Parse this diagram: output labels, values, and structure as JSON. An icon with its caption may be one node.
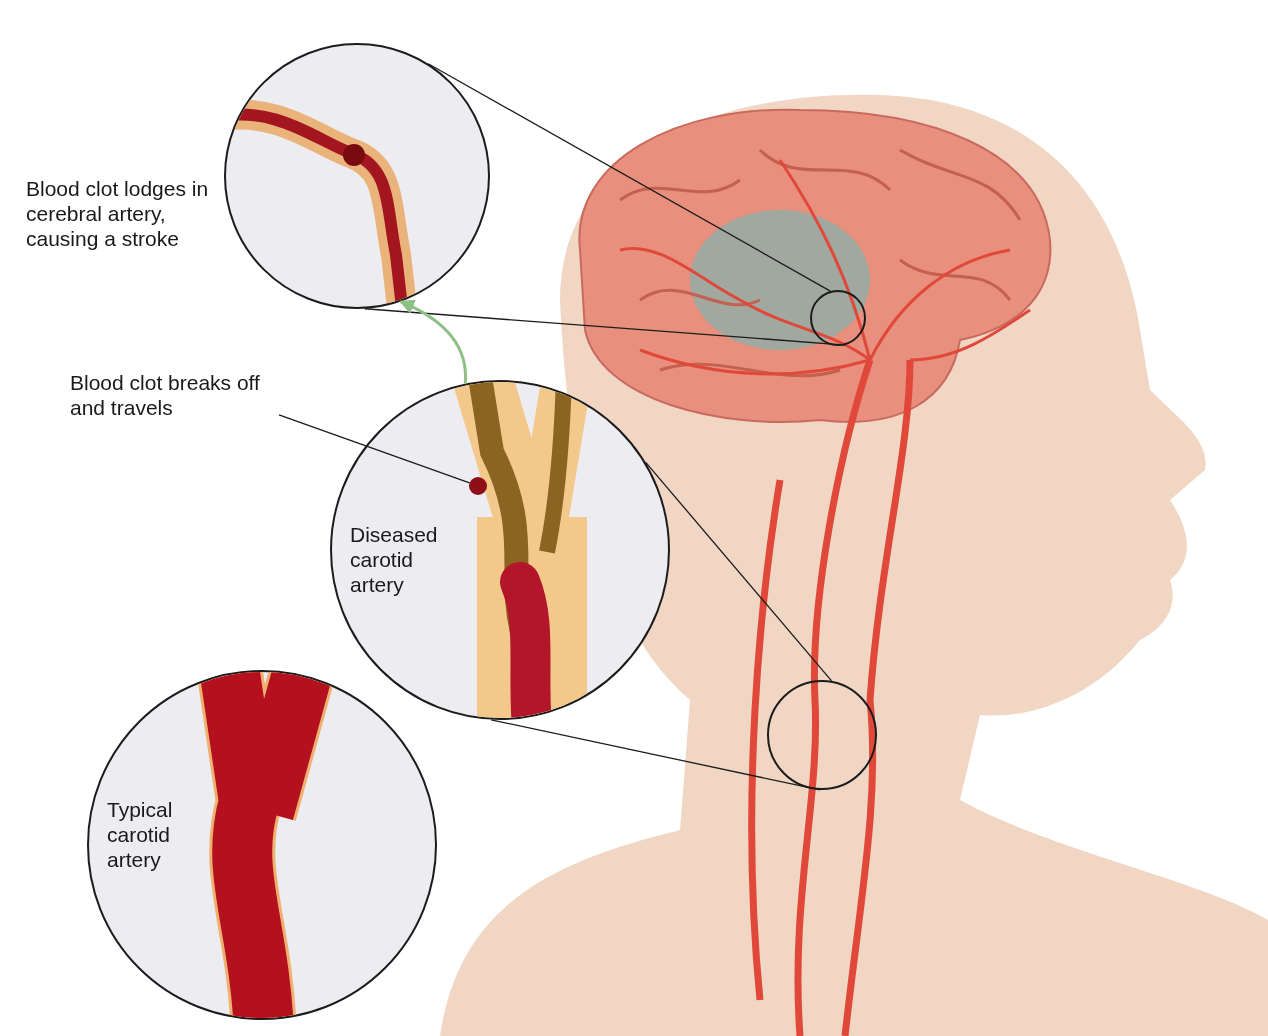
{
  "diagram": {
    "nodes": [
      {
        "text": [],
        "shape": "circle",
        "beside": [
          "Blood clot lodges in cerebral artery, causing a stroke"
        ]
      },
      {
        "text": [],
        "shape": "circle"
      },
      {
        "text": [
          "Blood clot breaks off and travels"
        ]
      },
      {
        "text": [
          "Diseased carotid artery"
        ]
      },
      {
        "text": [],
        "shape": "circle",
        "in": 3
      },
      {
        "text": [],
        "shape": "circle"
      },
      {
        "text": [
          "Typical carotid artery"
        ]
      }
    ],
    "edges": [
      {
        "from": 0,
        "to": 1,
        "arrow": "none"
      },
      {
        "from": 0,
        "to": 1,
        "arrow": "none"
      },
      {
        "from": 3,
        "to": 0,
        "arrow": "to",
        "color": "#8cc084"
      },
      {
        "from": 2,
        "to": 4,
        "arrow": "none"
      },
      {
        "from": 3,
        "to": 5,
        "arrow": "none"
      },
      {
        "from": 3,
        "to": 5,
        "arrow": "none"
      }
    ]
  }
}
